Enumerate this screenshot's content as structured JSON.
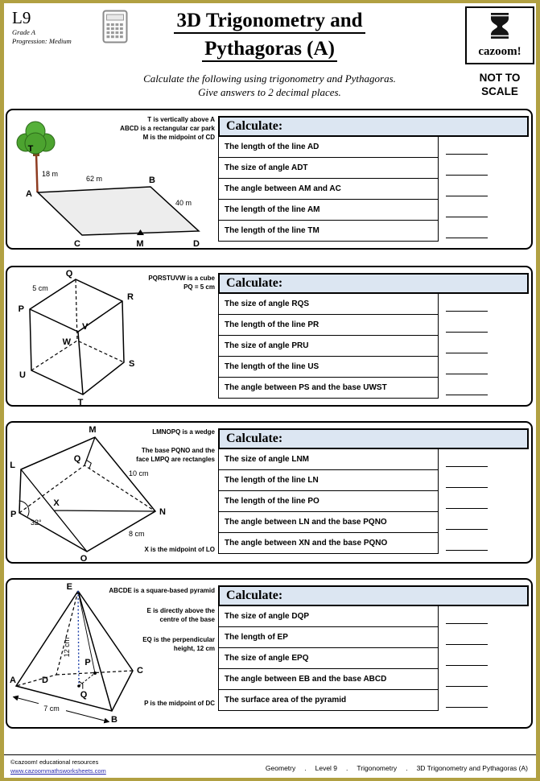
{
  "header": {
    "level": "L9",
    "grade": "Grade A",
    "progression": "Progression: Medium",
    "title_line1": "3D Trigonometry and",
    "title_line2": "Pythagoras (A)",
    "brand": "cazoom!",
    "not_to_scale_line1": "NOT TO",
    "not_to_scale_line2": "SCALE",
    "instruction_line1": "Calculate the following using trigonometry and Pythagoras.",
    "instruction_line2": "Give answers to 2 decimal places."
  },
  "calculate_label": "Calculate:",
  "sections": [
    {
      "notes": [
        "T is vertically above A",
        "ABCD is a rectangular car park",
        "M is the midpoint of CD"
      ],
      "questions": [
        "The length of the line AD",
        "The size of angle ADT",
        "The angle between AM and AC",
        "The length of the line AM",
        "The length of the line TM"
      ],
      "diagram": {
        "t": "T",
        "a": "A",
        "b": "B",
        "c": "C",
        "d": "D",
        "m": "M",
        "h18": "18 m",
        "w62": "62 m",
        "d40": "40 m"
      }
    },
    {
      "notes": [
        "PQRSTUVW is a cube",
        "PQ = 5 cm"
      ],
      "questions": [
        "The size of angle RQS",
        "The length of the line PR",
        "The size of angle PRU",
        "The length of the line US",
        "The angle between PS and the base UWST"
      ],
      "diagram": {
        "p": "P",
        "q": "Q",
        "r": "R",
        "s": "S",
        "t": "T",
        "u": "U",
        "v": "V",
        "w": "W",
        "e5": "5 cm"
      }
    },
    {
      "notes": [
        "LMNOPQ is a wedge",
        "The base PQNO and the face LMPQ are rectangles",
        "X is the midpoint of LO"
      ],
      "questions": [
        "The size of angle LNM",
        "The length of the line LN",
        "The length of the line PO",
        "The angle between LN and the base PQNO",
        "The angle between XN and the base PQNO"
      ],
      "diagram": {
        "l": "L",
        "m": "M",
        "n": "N",
        "o": "O",
        "p": "P",
        "q": "Q",
        "x": "X",
        "e10": "10 cm",
        "e8": "8 cm",
        "a32": "32°"
      }
    },
    {
      "notes": [
        "ABCDE is a square-based pyramid",
        "E is directly above the centre of the base",
        "EQ is the perpendicular height, 12 cm",
        "P is the midpoint of DC"
      ],
      "questions": [
        "The size of angle DQP",
        "The length of EP",
        "The size of angle EPQ",
        "The angle between EB and the base ABCD",
        "The surface area of the pyramid"
      ],
      "diagram": {
        "a": "A",
        "b": "B",
        "c": "C",
        "d": "D",
        "e": "E",
        "p": "P",
        "q": "Q",
        "e12": "12 cm",
        "e7": "7 cm"
      }
    }
  ],
  "footer": {
    "copyright": "©cazoom! educational resources",
    "website": "www.cazoommathsworksheets.com",
    "separator": ".",
    "breadcrumb": [
      "Geometry",
      "Level 9",
      "Trigonometry",
      "3D Trigonometry and Pythagoras (A)"
    ]
  }
}
